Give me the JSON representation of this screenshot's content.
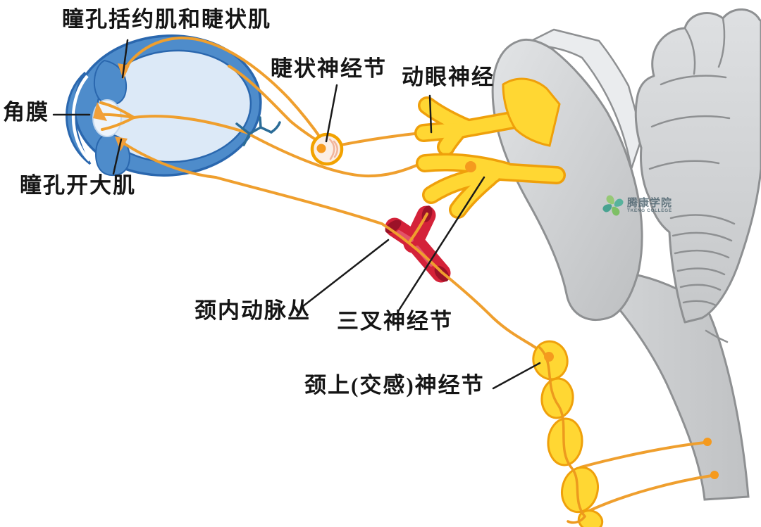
{
  "labels": {
    "sphincter_ciliary_muscle": "瞳孔括约肌和睫状肌",
    "ciliary_ganglion": "睫状神经节",
    "oculomotor_nerve": "动眼神经",
    "cornea": "角膜",
    "dilator_pupillae": "瞳孔开大肌",
    "internal_carotid_plexus": "颈内动脉丛",
    "trigeminal_ganglion": "三叉神经节",
    "superior_cervical_ganglion": "颈上(交感)神经节"
  },
  "watermark": {
    "name_cn": "腾康学院",
    "name_en": "TKENG COLLEGE"
  },
  "colors": {
    "background": "#FFFFFF",
    "nerve_fiber_orange": "#EF9F2E",
    "nerve_yellow": "#FFD733",
    "nerve_yellow_outline": "#EFA00B",
    "ganglion_dot": "#F59A1E",
    "artery_red": "#D42239",
    "artery_dark_cap": "#9B1228",
    "eye_ring_blue": "#4E8CCB",
    "eye_outline_blue": "#2A67AE",
    "eye_interior": "#DCE9F7",
    "ciliary_nerve_teal": "#2B6C97",
    "brain_gray": "#CBCDCF",
    "brain_outline": "#8E9092",
    "label_text": "#151515",
    "watermark_teal": "#2E9B85",
    "watermark_green": "#7CC258"
  }
}
